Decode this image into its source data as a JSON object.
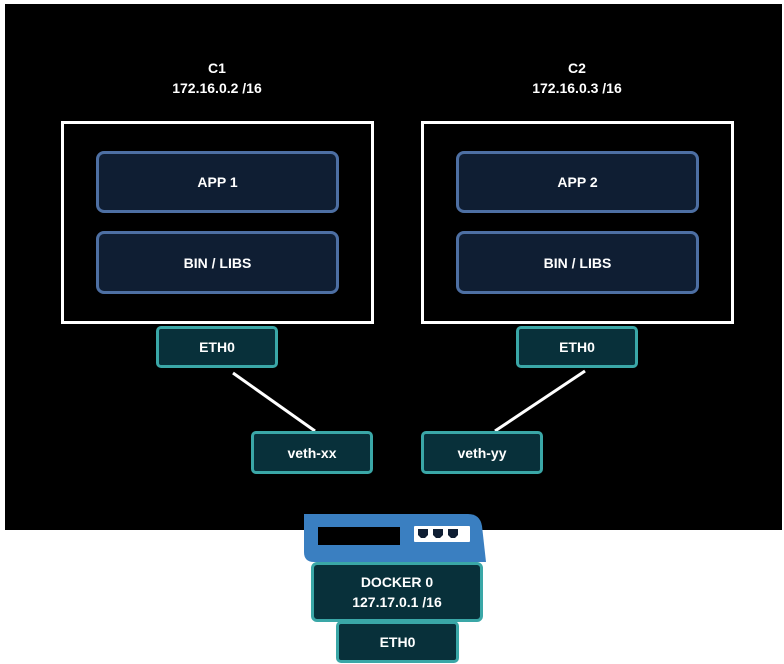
{
  "containers": [
    {
      "name": "C1",
      "ip": "172.16.0.2 /16",
      "app": "APP 1",
      "libs": "BIN / LIBS",
      "eth": "ETH0",
      "veth": "veth-xx"
    },
    {
      "name": "C2",
      "ip": "172.16.0.3 /16",
      "app": "APP 2",
      "libs": "BIN / LIBS",
      "eth": "ETH0",
      "veth": "veth-yy"
    }
  ],
  "docker": {
    "name": "DOCKER 0",
    "ip": "127.17.0.1 /16",
    "eth": "ETH0"
  },
  "colors": {
    "background": "#000000",
    "layer_fill": "#0f1e33",
    "layer_border": "#4d6fa3",
    "nic_fill": "#08303a",
    "nic_border": "#3aa7a7",
    "switch_blue": "#3a7fc1"
  },
  "icons": {
    "bridge": "network-switch-icon"
  }
}
